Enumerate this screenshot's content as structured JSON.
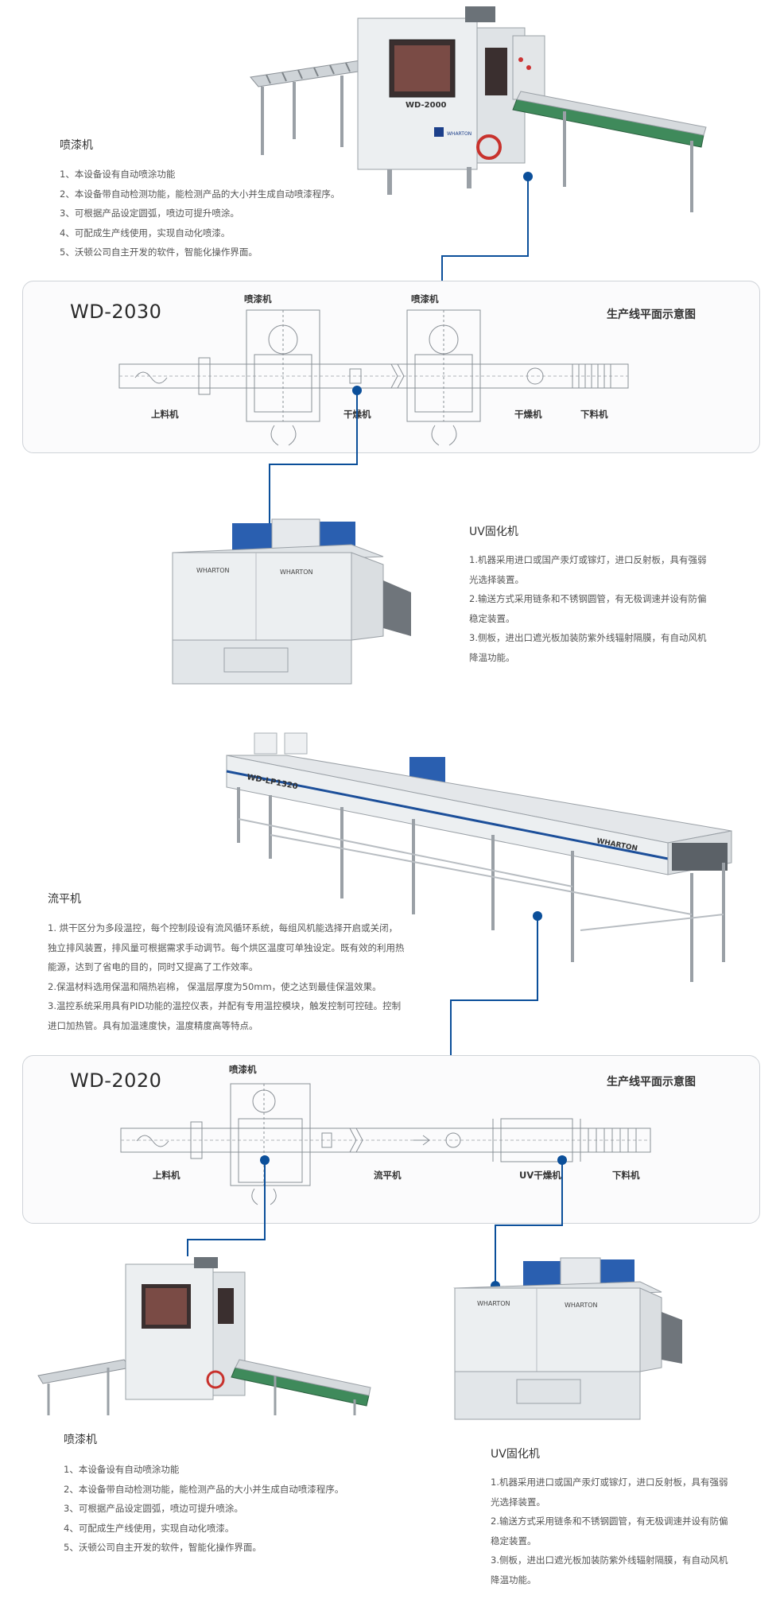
{
  "section1": {
    "title": "喷漆机",
    "items": [
      "1、本设备设有自动喷涂功能",
      "2、本设备带自动检测功能，能检测产品的大小并生成自动喷漆程序。",
      "3、可根据产品设定圆弧，喷边可提升喷涂。",
      "4、可配成生产线使用，实现自动化喷漆。",
      "5、沃顿公司自主开发的软件，智能化操作界面。"
    ],
    "machine_model": "WD-2000",
    "brand": "WHARTON"
  },
  "panel1": {
    "model": "WD-2030",
    "title": "生产线平面示意图",
    "labels": {
      "spray1": "喷漆机",
      "spray2": "喷漆机",
      "loader": "上料机",
      "dryer1": "干燥机",
      "dryer2": "干燥机",
      "unloader": "下料机"
    }
  },
  "section2": {
    "title": "UV固化机",
    "items": [
      "1.机器采用进口或国产汞灯或镓灯，进口反射板，具有强弱光选择装置。",
      "2.输送方式采用链条和不锈钢圆管，有无极调速并设有防偏稳定装置。",
      "3.侧板，进出口遮光板加装防紫外线辐射隔膜，有自动风机降温功能。"
    ],
    "brand": "WHARTON"
  },
  "section3": {
    "title": "流平机",
    "items": [
      "1. 烘干区分为多段温控，每个控制段设有流风循环系统，每组风机能选择开启或关闭，独立排风装置，排风量可根据需求手动调节。每个烘区温度可单独设定。既有效的利用热能源，达到了省电的目的，同时又提高了工作效率。",
      "2.保温材料选用保温和隔热岩棉， 保温层厚度为50mm，使之达到最佳保温效果。",
      "3.温控系统采用具有PID功能的温控仪表，并配有专用温控模块，触发控制可控硅。控制进口加热管。具有加温速度快，温度精度高等特点。"
    ],
    "machine_model": "WD-LP1320",
    "brand": "WHARTON"
  },
  "panel2": {
    "model": "WD-2020",
    "title": "生产线平面示意图",
    "labels": {
      "spray": "喷漆机",
      "loader": "上料机",
      "leveler": "流平机",
      "uvdryer": "UV干燥机",
      "unloader": "下料机"
    }
  },
  "section4": {
    "title": "喷漆机",
    "items": [
      "1、本设备设有自动喷涂功能",
      "2、本设备带自动检测功能，能检测产品的大小并生成自动喷漆程序。",
      "3、可根据产品设定圆弧，喷边可提升喷涂。",
      "4、可配成生产线使用，实现自动化喷漆。",
      "5、沃顿公司自主开发的软件，智能化操作界面。"
    ]
  },
  "section5": {
    "title": "UV固化机",
    "items": [
      "1.机器采用进口或国产汞灯或镓灯，进口反射板，具有强弱光选择装置。",
      "2.输送方式采用链条和不锈钢圆管，有无极调速并设有防偏稳定装置。",
      "3.侧板，进出口遮光板加装防紫外线辐射隔膜，有自动风机降温功能。"
    ],
    "brand": "WHARTON"
  },
  "colors": {
    "accent": "#0b4f9a",
    "panel_border": "#cfd3d8",
    "machine_body": "#e9ecef",
    "conveyor_green": "#3f8a5b"
  }
}
